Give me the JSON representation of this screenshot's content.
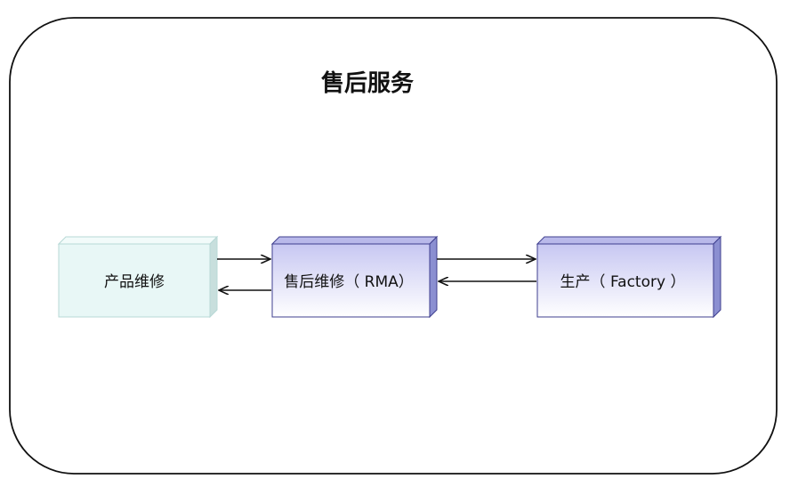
{
  "diagram": {
    "title": "售后服务",
    "nodes": {
      "product_repair": {
        "label": "产品维修"
      },
      "rma": {
        "label": "售后维修（ RMA）"
      },
      "factory": {
        "label": "生产（ Factory ）"
      }
    },
    "colors": {
      "frame_stroke": "#111111",
      "light_box_fill": "#e8f7f6",
      "light_box_side": "#c8dfdd",
      "light_box_stroke": "#b7d8d6",
      "purple_box_top": "#c7c7f2",
      "purple_box_bottom": "#ffffff",
      "purple_box_side": "#8b8fd1",
      "purple_box_stroke": "#3f3f8f",
      "arrow": "#111111"
    }
  }
}
